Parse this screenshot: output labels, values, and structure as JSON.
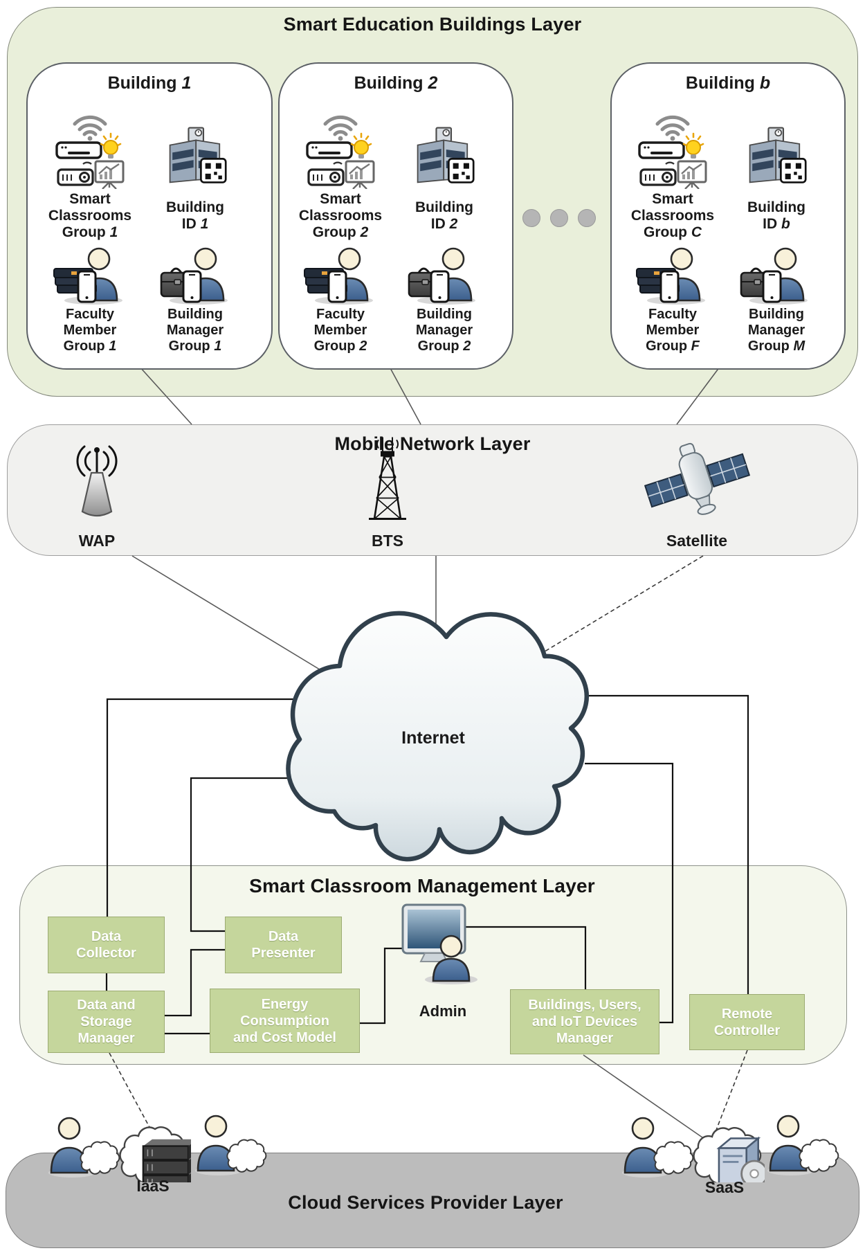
{
  "education_layer": {
    "title": "Smart Education Buildings Layer",
    "buildings": [
      {
        "title": "Building",
        "title_var": "1",
        "smart_line1": "Smart",
        "smart_line2": "Classrooms",
        "smart_tail": "Group",
        "smart_var": "1",
        "id_line1": "Building",
        "id_tail": "ID",
        "id_var": "1",
        "fac_line1": "Faculty",
        "fac_line2": "Member",
        "fac_tail": "Group",
        "fac_var": "1",
        "mgr_line1": "Building",
        "mgr_line2": "Manager",
        "mgr_tail": "Group",
        "mgr_var": "1"
      },
      {
        "title": "Building",
        "title_var": "2",
        "smart_line1": "Smart",
        "smart_line2": "Classrooms",
        "smart_tail": "Group",
        "smart_var": "2",
        "id_line1": "Building",
        "id_tail": "ID",
        "id_var": "2",
        "fac_line1": "Faculty",
        "fac_line2": "Member",
        "fac_tail": "Group",
        "fac_var": "2",
        "mgr_line1": "Building",
        "mgr_line2": "Manager",
        "mgr_tail": "Group",
        "mgr_var": "2"
      },
      {
        "title": "Building",
        "title_var": "b",
        "smart_line1": "Smart",
        "smart_line2": "Classrooms",
        "smart_tail": "Group",
        "smart_var": "C",
        "id_line1": "Building",
        "id_tail": "ID",
        "id_var": "b",
        "fac_line1": "Faculty",
        "fac_line2": "Member",
        "fac_tail": "Group",
        "fac_var": "F",
        "mgr_line1": "Building",
        "mgr_line2": "Manager",
        "mgr_tail": "Group",
        "mgr_var": "M"
      }
    ]
  },
  "mobile_layer": {
    "title": "Mobile Network Layer",
    "wap_label": "WAP",
    "bts_label": "BTS",
    "satellite_label": "Satellite"
  },
  "internet_label": "Internet",
  "management_layer": {
    "title": "Smart Classroom Management Layer",
    "admin_label": "Admin",
    "data_collector": {
      "line1": "Data",
      "line2": "Collector"
    },
    "data_presenter": {
      "line1": "Data",
      "line2": "Presenter"
    },
    "data_storage": {
      "line1": "Data and",
      "line2": "Storage",
      "line3": "Manager"
    },
    "energy": {
      "line1": "Energy",
      "line2": "Consumption",
      "line3": "and Cost Model"
    },
    "iot_manager": {
      "line1": "Buildings, Users,",
      "line2": "and IoT Devices",
      "line3": "Manager"
    },
    "remote_controller": {
      "line1": "Remote",
      "line2": "Controller"
    }
  },
  "cloud_layer": {
    "title": "Cloud Services Provider Layer",
    "iaas_label": "IaaS",
    "saas_label": "SaaS"
  },
  "colors": {
    "education_bg": "#e9efda",
    "card_bg": "#ffffff",
    "mobile_bg": "#f1f1ef",
    "management_bg": "#f4f7ec",
    "green_box": "#c5d69c",
    "green_box_border": "#9cab72",
    "cloud_provider_bg": "#bcbcbc",
    "person_blue": "#4d74a4",
    "bulb_yellow": "#ffd21f",
    "solar_panel_blue": "#3e5c7e",
    "line_dark": "#1a1a1a"
  }
}
